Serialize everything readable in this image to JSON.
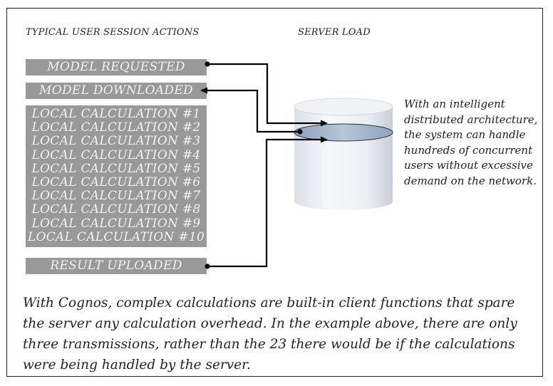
{
  "headings": {
    "user_actions": "TYPICAL USER SESSION ACTIONS",
    "server_load": "SERVER LOAD"
  },
  "bars": {
    "model_requested": "MODEL REQUESTED",
    "model_downloaded": "MODEL DOWNLOADED",
    "local_calculations": [
      "LOCAL CALCULATION #1",
      "LOCAL CALCULATION #2",
      "LOCAL CALCULATION #3",
      "LOCAL CALCULATION #4",
      "LOCAL CALCULATION #5",
      "LOCAL CALCULATION #6",
      "LOCAL CALCULATION #7",
      "LOCAL CALCULATION #8",
      "LOCAL CALCULATION #9",
      "LOCAL CALCULATION #10"
    ],
    "result_uploaded": "RESULT UPLOADED"
  },
  "note": "With an intelligent distributed architecture, the system can handle hundreds of concurrent users without excessive demand on the network.",
  "caption": "With Cognos, complex calculations are built-in client functions that spare the server any calculation overhead. In the example above, there are only three transmissions, rather than the 23 there would be if the calculations were being handled by the server.",
  "colors": {
    "bar_fill": "#999999",
    "bar_text": "#f2f2f2",
    "cylinder_band": "#9fb1c7"
  }
}
